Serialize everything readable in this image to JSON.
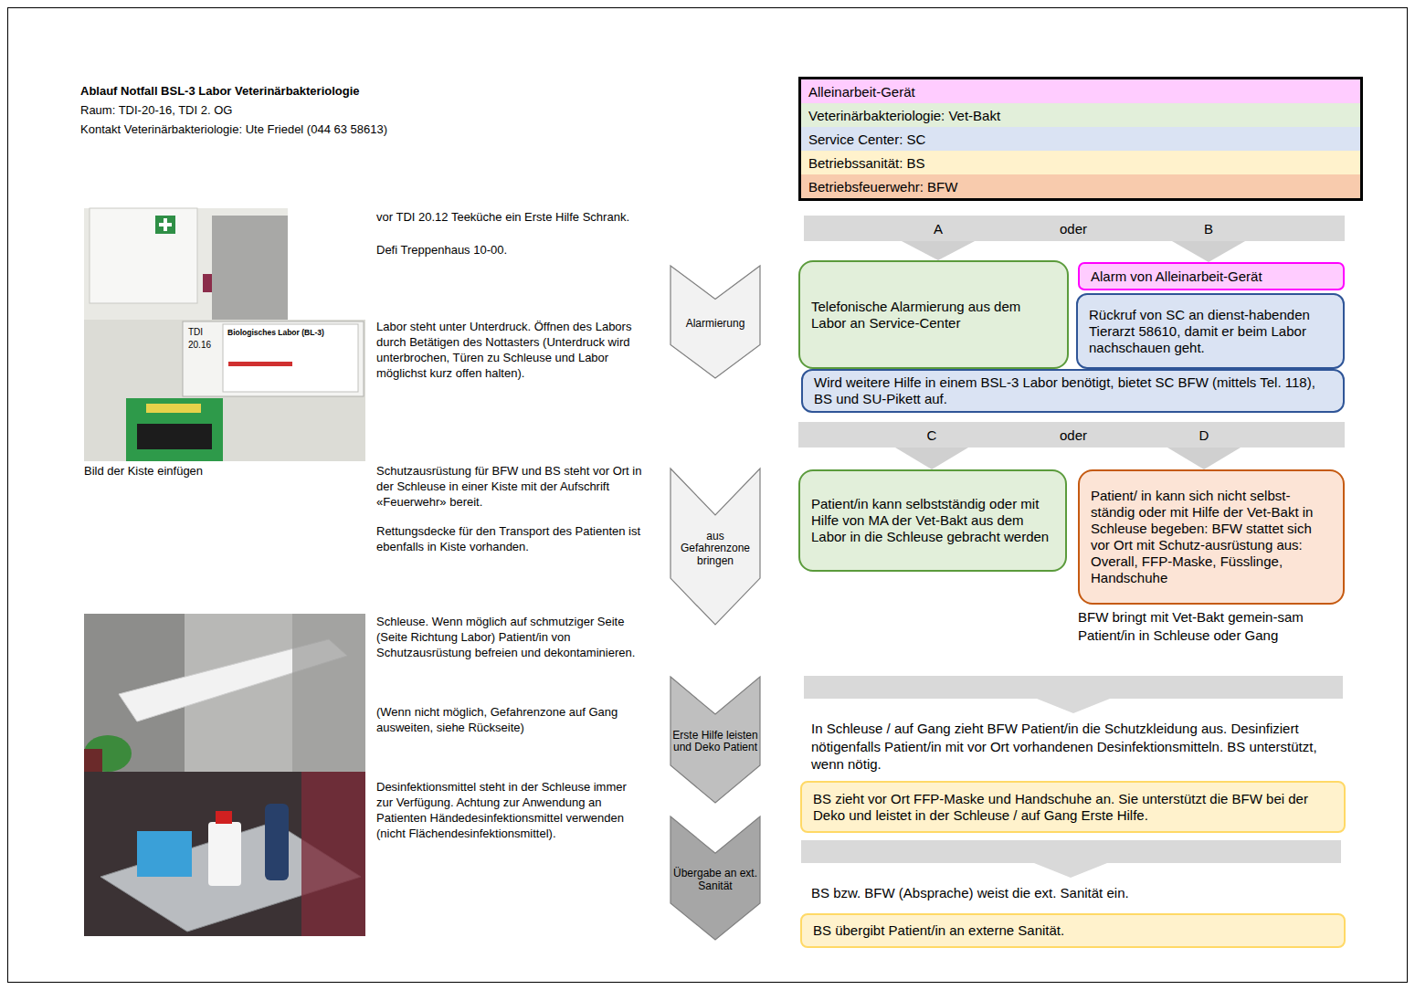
{
  "diagram": {
    "title": "Ablauf Notfall BSL-3 Labor Veterinärbakteriologie",
    "nodes": [
      {
        "text": [
          "A",
          "oder",
          "B"
        ]
      },
      {
        "text": [
          "Alarmierung"
        ]
      },
      {
        "text": [
          "Telefonische Alarmierung aus dem Labor an Service-Center"
        ]
      },
      {
        "text": [
          "Alarm von Alleinarbeit-Gerät"
        ]
      },
      {
        "text": [
          "Rückruf von SC an dienst-habenden Tierarzt 58610, damit er beim Labor nachschauen geht."
        ]
      },
      {
        "text": [
          "Wird weitere Hilfe in einem BSL-3 Labor benötigt, bietet SC BFW (mittels Tel. 118), BS und SU-Pikett auf."
        ]
      },
      {
        "text": [
          "C",
          "oder",
          "D"
        ]
      },
      {
        "text": [
          "aus Gefahrenzone bringen"
        ]
      },
      {
        "text": [
          "Patient/in kann selbstständig oder mit Hilfe von MA der Vet-Bakt aus dem Labor in die Schleuse gebracht werden"
        ]
      },
      {
        "text": [
          "Patient/ in kann sich nicht selbst-ständig oder mit Hilfe der Vet-Bakt in Schleuse begeben: BFW stattet sich vor Ort mit Schutz-ausrüstung aus: Overall, FFP-Maske, Füsslinge, Handschuhe"
        ]
      },
      {
        "text": [
          "Erste Hilfe leisten und Deko Patient"
        ]
      },
      {
        "text": [
          "BS zieht vor Ort FFP-Maske und Handschuhe an. Sie unterstützt die BFW bei der Deko und leistet in der Schleuse / auf Gang Erste Hilfe."
        ]
      },
      {
        "text": [
          "Übergabe an ext. Sanität"
        ]
      },
      {
        "text": [
          "BS übergibt Patient/in an externe Sanität."
        ]
      }
    ],
    "edges": [
      {
        "from": 0,
        "to": 2,
        "arrow": "to"
      },
      {
        "from": 0,
        "to": 3,
        "arrow": "to"
      },
      {
        "from": 6,
        "to": 8,
        "arrow": "to"
      },
      {
        "from": 6,
        "to": 9,
        "arrow": "to"
      }
    ],
    "labels": [
      "Raum: TDI-20-16, TDI 2. OG",
      "Kontakt Veterinärbakteriologie: Ute Friedel (044 63 58613)",
      "vor TDI 20.12 Teeküche ein Erste Hilfe Schrank.",
      "Defi Treppenhaus 10-00.",
      "TDI",
      "20.16",
      "Biologisches Labor (BL-3)",
      "Labor steht unter Unterdruck. Öffnen des Labors durch Betätigen des Nottasters (Unterdruck wird unterbrochen, Türen zu Schleuse und Labor möglichst kurz offen halten).",
      "Bild der Kiste einfügen",
      "Schutzausrüstung für BFW und BS steht vor Ort in der Schleuse in einer Kiste mit der Aufschrift «Feuerwehr» bereit.",
      "Rettungsdecke für den Transport des Patienten ist ebenfalls in Kiste vorhanden.",
      "Schleuse. Wenn möglich auf schmutziger Seite (Seite Richtung Labor) Patient/in von Schutzausrüstung befreien und dekontaminieren.",
      "(Wenn nicht möglich, Gefahrenzone auf Gang ausweiten, siehe Rückseite)",
      "Desinfektionsmittel steht in der Schleuse immer zur Verfügung. Achtung zur Anwendung an Patienten Händedesinfektionsmittel verwenden (nicht Flächendesinfektionsmittel).",
      "BFW bringt mit Vet-Bakt gemein-sam Patient/in in Schleuse oder Gang",
      "In Schleuse / auf Gang zieht BFW Patient/in die Schutzkleidung aus. Desinfiziert nötigenfalls Patient/in mit vor Ort vorhandenen Desinfektionsmitteln. BS unterstützt, wenn nötig.",
      "BS bzw. BFW (Absprache) weist die ext. Sanität ein."
    ],
    "legend": [
      {
        "text": "Alleinarbeit-Gerät",
        "color": "#ffccff"
      },
      {
        "text": "Veterinärbakteriologie: Vet-Bakt",
        "color": "#e2efda"
      },
      {
        "text": "Service Center: SC",
        "color": "#dae3f3"
      },
      {
        "text": "Betriebssanität: BS",
        "color": "#fff2cc"
      },
      {
        "text": "Betriebsfeuerwehr: BFW",
        "color": "#f8cbad"
      }
    ]
  }
}
